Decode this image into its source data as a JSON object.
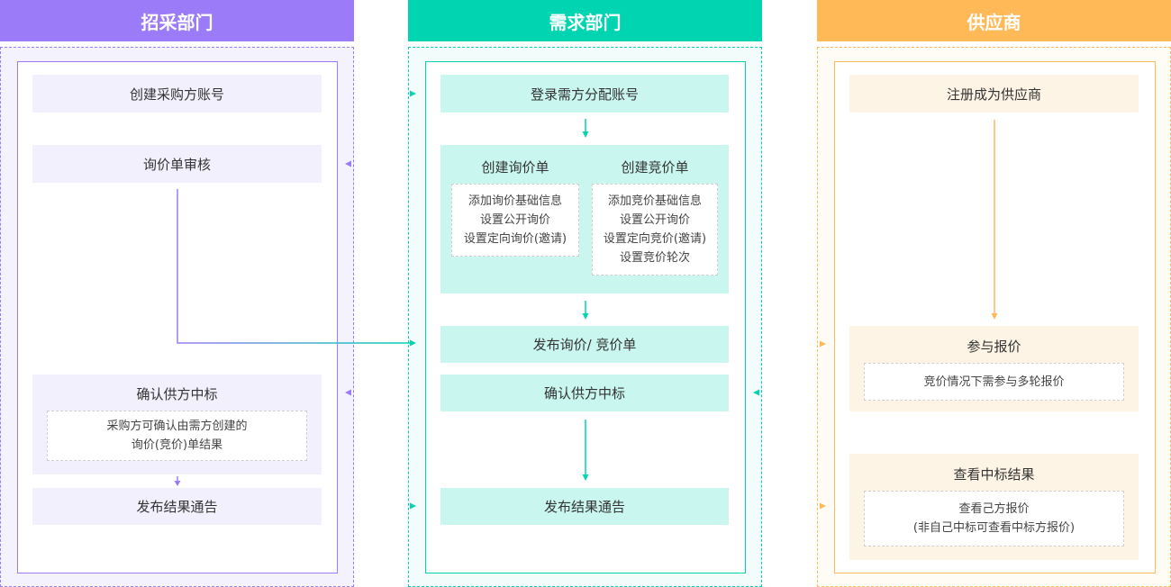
{
  "lanes": {
    "procurement": {
      "title": "招采部门",
      "color": "#9B7BF7",
      "bg": "#F4F2FD",
      "soft": "#F2F0FC"
    },
    "demand": {
      "title": "需求部门",
      "color": "#00D4B0",
      "bg": "#F2FCFA",
      "soft": "#C9F6EE"
    },
    "supplier": {
      "title": "供应商",
      "color": "#FFBA57",
      "bg": "#FFFCF6",
      "soft": "#FEF4E6"
    }
  },
  "procurement": {
    "create_account": "创建采购方账号",
    "inquiry_review": "询价单审核",
    "confirm_winner": "确认供方中标",
    "confirm_note": [
      "采购方可确认由需方创建的",
      "询价(竞价)单结果"
    ],
    "publish_notice": "发布结果通告"
  },
  "demand": {
    "login": "登录需方分配账号",
    "create_inquiry": {
      "title": "创建询价单",
      "items": [
        "添加询价基础信息",
        "设置公开询价",
        "设置定向询价(邀请)"
      ]
    },
    "create_bidding": {
      "title": "创建竞价单",
      "items": [
        "添加竞价基础信息",
        "设置公开询价",
        "设置定向竞价(邀请)",
        "设置竞价轮次"
      ]
    },
    "publish": "发布询价/ 竞价单",
    "confirm_winner": "确认供方中标",
    "publish_notice": "发布结果通告"
  },
  "supplier": {
    "register": "注册成为供应商",
    "quote": "参与报价",
    "quote_note": "竞价情况下需参与多轮报价",
    "view_result": "查看中标结果",
    "result_note": [
      "查看己方报价",
      "(非自己中标可查看中标方报价)"
    ]
  }
}
